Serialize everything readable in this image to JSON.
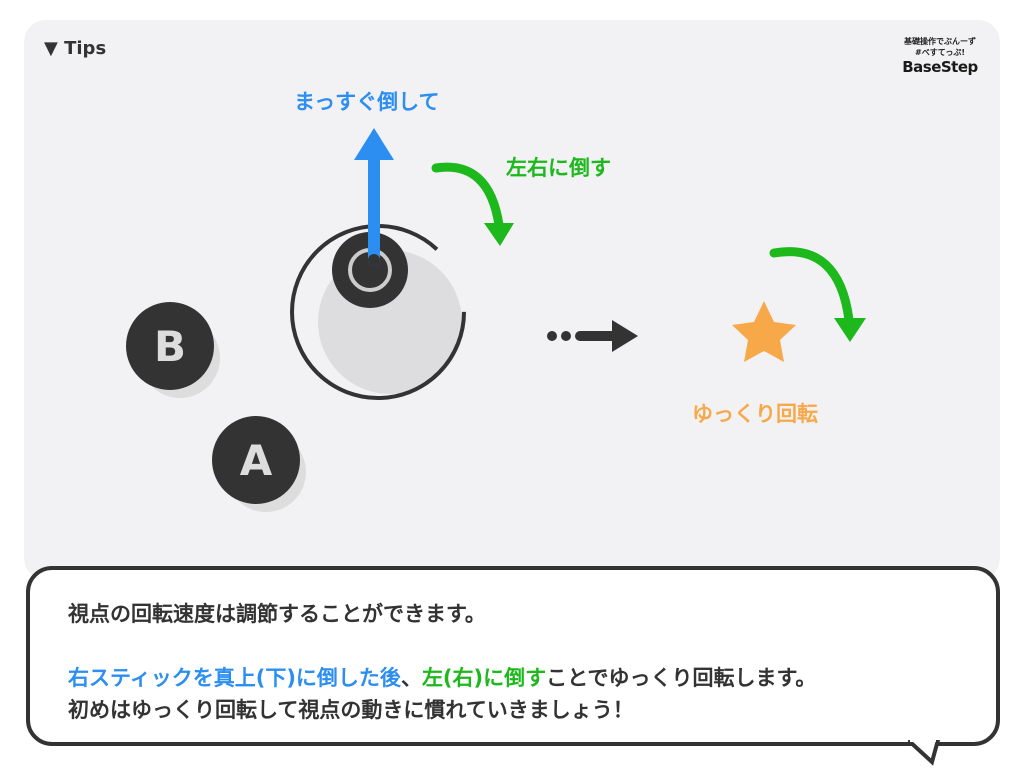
{
  "header": {
    "tips_label": "▼ Tips"
  },
  "logo": {
    "sub": "基礎操作でぶんーず",
    "line2": "#べすてっぷ!",
    "name": "BaseStep"
  },
  "illustration": {
    "up_label": "まっすぐ倒して",
    "side_label": "左右に倒す",
    "slow_label": "ゆっくり回転",
    "button_b": "B",
    "button_a": "A",
    "colors": {
      "blue": "#2b8ef0",
      "green": "#1cb81c",
      "orange": "#f7a94a",
      "dark": "#333333"
    }
  },
  "dialog": {
    "line1": "視点の回転速度は調節することができます。",
    "line2_blue": "右スティックを真上(下)に倒した後",
    "line2_sep": "、",
    "line2_green": "左(右)に倒す",
    "line2_rest": "ことでゆっくり回転します。",
    "line3": "初めはゆっくり回転して視点の動きに慣れていきましょう！"
  }
}
